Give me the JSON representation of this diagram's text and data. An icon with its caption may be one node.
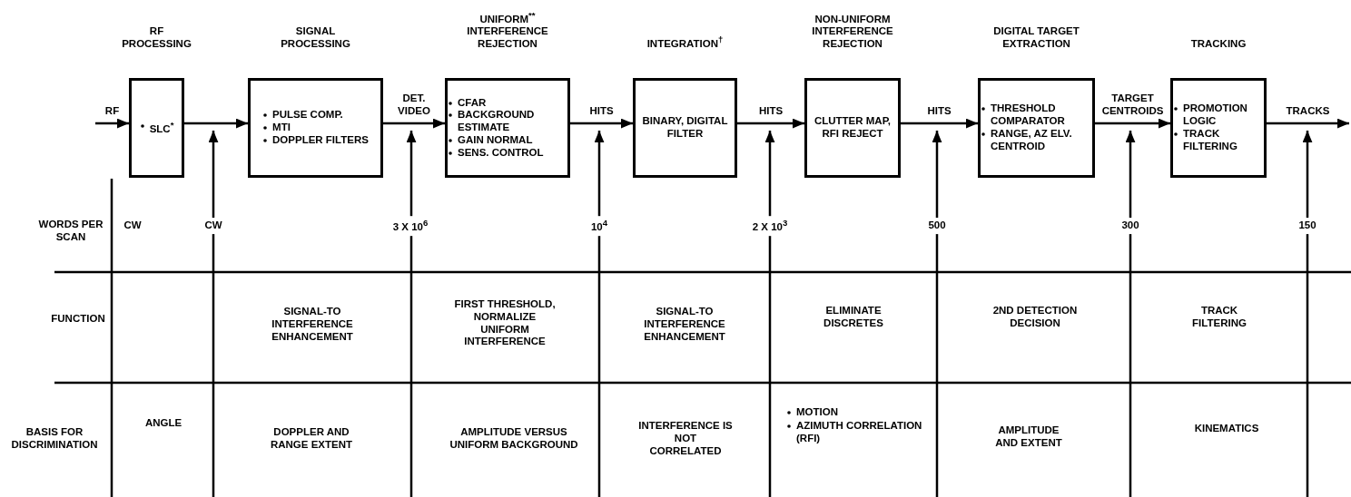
{
  "diagram": {
    "nodes": [
      {
        "text": [
          "RF PROCESSING",
          "SLC$^{*}$"
        ]
      },
      {
        "text": [
          "SIGNAL PROCESSING",
          "PULSE COMP.",
          "MTI",
          "DOPPLER FILTERS"
        ]
      },
      {
        "text": [
          "UNIFORM$^{**}$ INTERFERENCE REJECTION",
          "CFAR",
          "BACKGROUND ESTIMATE",
          "GAIN NORMAL",
          "SENS. CONTROL"
        ]
      },
      {
        "text": [
          "INTEGRATION$^{†}$",
          "BINARY, DIGITAL FILTER"
        ]
      },
      {
        "text": [
          "NON-UNIFORM INTERFERENCE REJECTION",
          "CLUTTER MAP, RFI REJECT"
        ]
      },
      {
        "text": [
          "DIGITAL TARGET EXTRACTION",
          "THRESHOLD COMPARATOR",
          "RANGE, AZ ELV. CENTROID"
        ]
      },
      {
        "text": [
          "TRACKING",
          "PROMOTION LOGIC",
          "TRACK FILTERING"
        ]
      }
    ],
    "edges": [
      {
        "from": null,
        "to": 0,
        "arrow": "to",
        "label": "RF"
      },
      {
        "from": 0,
        "to": 1,
        "arrow": "to"
      },
      {
        "from": 1,
        "to": 2,
        "arrow": "to",
        "label": "DET. VIDEO"
      },
      {
        "from": 2,
        "to": 3,
        "arrow": "to",
        "label": "HITS"
      },
      {
        "from": 3,
        "to": 4,
        "arrow": "to",
        "label": "HITS"
      },
      {
        "from": 4,
        "to": 5,
        "arrow": "to",
        "label": "HITS"
      },
      {
        "from": 5,
        "to": 6,
        "arrow": "to",
        "label": "TARGET CENTROIDS"
      },
      {
        "from": 6,
        "to": null,
        "arrow": "to",
        "label": "TRACKS"
      }
    ],
    "labels": [
      "WORDS PER SCAN",
      "CW",
      "CW",
      "3 X 10$^{6}$",
      "10$^{4}$",
      "2 X 10$^{3}$",
      "500",
      "300",
      "150",
      "FUNCTION",
      "SIGNAL-TO INTERFERENCE ENHANCEMENT",
      "FIRST THRESHOLD, NORMALIZE UNIFORM INTERFERENCE",
      "SIGNAL-TO INTERFERENCE ENHANCEMENT",
      "ELIMINATE DISCRETES",
      "2ND DETECTION DECISION",
      "TRACK FILTERING",
      "BASIS FOR DISCRIMINATION",
      "ANGLE",
      "DOPPLER AND RANGE EXTENT",
      "AMPLITUDE VERSUS UNIFORM BACKGROUND",
      "INTERFERENCE IS NOT CORRELATED",
      "MOTION",
      "AZIMUTH CORRELATION (RFI)",
      "AMPLITUDE AND EXTENT",
      "KINEMATICS"
    ]
  }
}
